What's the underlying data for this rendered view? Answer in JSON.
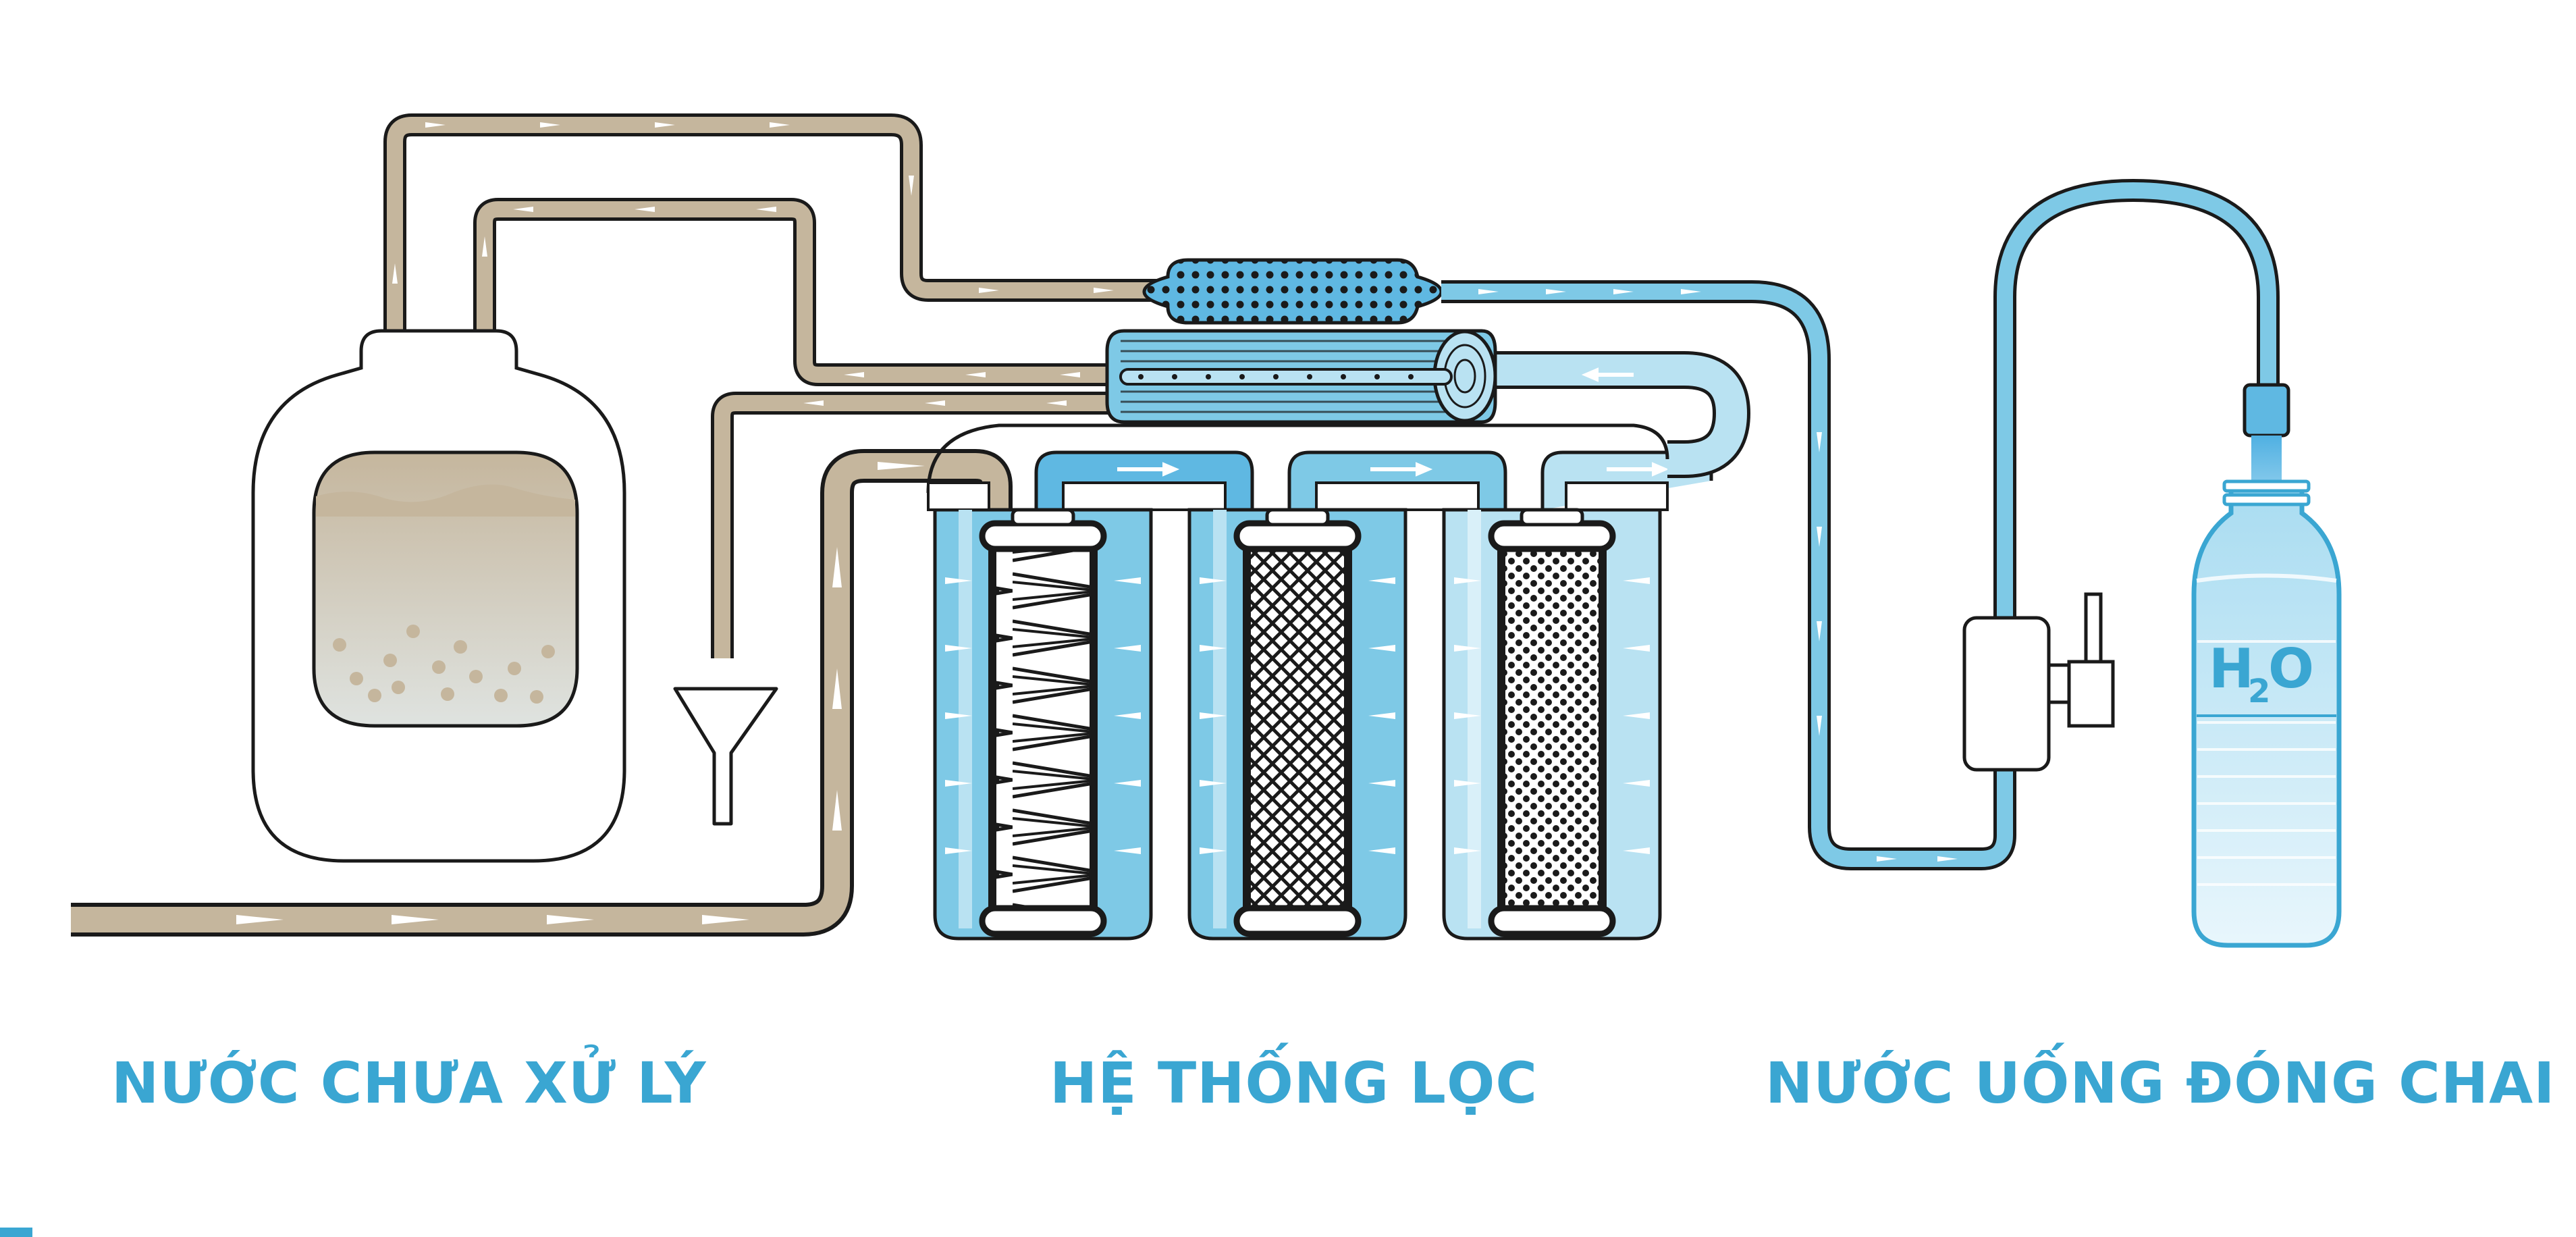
{
  "colors": {
    "raw_water": "#c5b69d",
    "clean_water": "#7ec9e6",
    "light_water": "#b9e2f2",
    "mid_water": "#5fb8e2",
    "outline": "#1a1a1a",
    "caption": "#3aa6d2",
    "arrow": "#ffffff"
  },
  "bottle": {
    "label_main": "H",
    "label_sub": "2",
    "label_tail": "O"
  },
  "captions": {
    "raw_water": "NƯỚC CHƯA XỬ LÝ",
    "filter_system": "HỆ THỐNG LỌC",
    "bottled_water": "NƯỚC UỐNG ĐÓNG CHAI"
  },
  "icons": [
    "tank-icon",
    "funnel-icon",
    "sediment-filter-icon",
    "carbon-filter-icon",
    "ceramic-filter-icon",
    "membrane-icon",
    "faucet-icon",
    "bottle-icon"
  ]
}
